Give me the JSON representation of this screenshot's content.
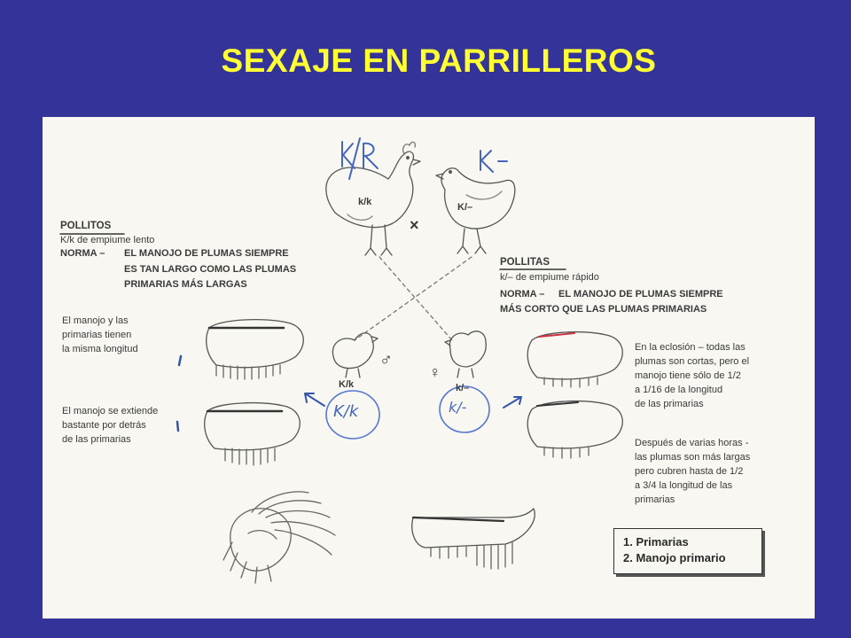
{
  "title": "SEXAJE EN PARRILLEROS",
  "colors": {
    "background": "#333399",
    "title": "#ffff33",
    "panel": "#f8f7f2",
    "ink": "#3a3a3a",
    "pen": "#4466bb"
  },
  "parents": {
    "male_genotype": "k/k",
    "female_genotype": "K/–",
    "cross_symbol": "×",
    "male_annotation": "k/k",
    "female_annotation": "K-"
  },
  "offspring": {
    "male_genotype": "K/k",
    "female_genotype": "k/–",
    "male_symbol": "♂",
    "female_symbol": "♀",
    "male_circle_label": "K/k",
    "female_circle_label": "k/-"
  },
  "pollitos": {
    "heading": "POLLITOS",
    "line1": "K/k de empiume lento",
    "norma_label": "NORMA –",
    "norma_1": "EL MANOJO DE PLUMAS SIEMPRE",
    "norma_2": "ES TAN LARGO COMO LAS PLUMAS",
    "norma_3": "PRIMARIAS MÁS LARGAS",
    "note1": [
      "El manojo y las",
      "primarias tienen",
      "la misma longitud"
    ],
    "note2": [
      "El manojo se extiende",
      "bastante por detrás",
      "de las primarias"
    ]
  },
  "pollitas": {
    "heading": "POLLITAS",
    "line1": "k/– de empiume rápido",
    "norma_label": "NORMA –",
    "norma_1": "EL MANOJO DE PLUMAS SIEMPRE",
    "norma_2": "MÁS CORTO QUE LAS PLUMAS PRIMARIAS",
    "note1": [
      "En la eclosión – todas las",
      "plumas son cortas, pero el",
      "manojo tiene sólo de 1/2",
      "a 1/16 de la longitud",
      "de las primarias"
    ],
    "note2": [
      "Después de varias horas -",
      "las plumas son más largas",
      "pero cubren hasta de 1/2",
      "a 3/4 la longitud de las",
      "primarias"
    ]
  },
  "legend": {
    "item1": "1. Primarias",
    "item2": "2. Manojo primario"
  }
}
